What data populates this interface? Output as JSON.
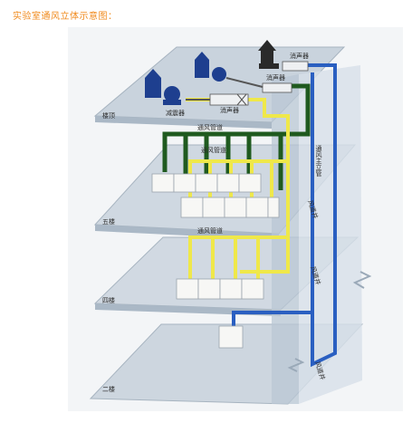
{
  "caption": "实验室通风立体示意图：",
  "labels": {
    "roof": "楼顶",
    "floor5": "五楼",
    "floor4": "四楼",
    "floor2": "二楼",
    "damper": "减震器",
    "silencer": "消声器",
    "duct": "通风管道",
    "main_riser": "通风主立管",
    "shaft": "风道井"
  },
  "colors": {
    "floor": "#c7d2dd",
    "shaft": "#b7c6d4",
    "green_duct": "#1f5a1f",
    "yellow_duct": "#efe84a",
    "blue_duct": "#2a5fc1",
    "fan": "#1e3f8f"
  }
}
